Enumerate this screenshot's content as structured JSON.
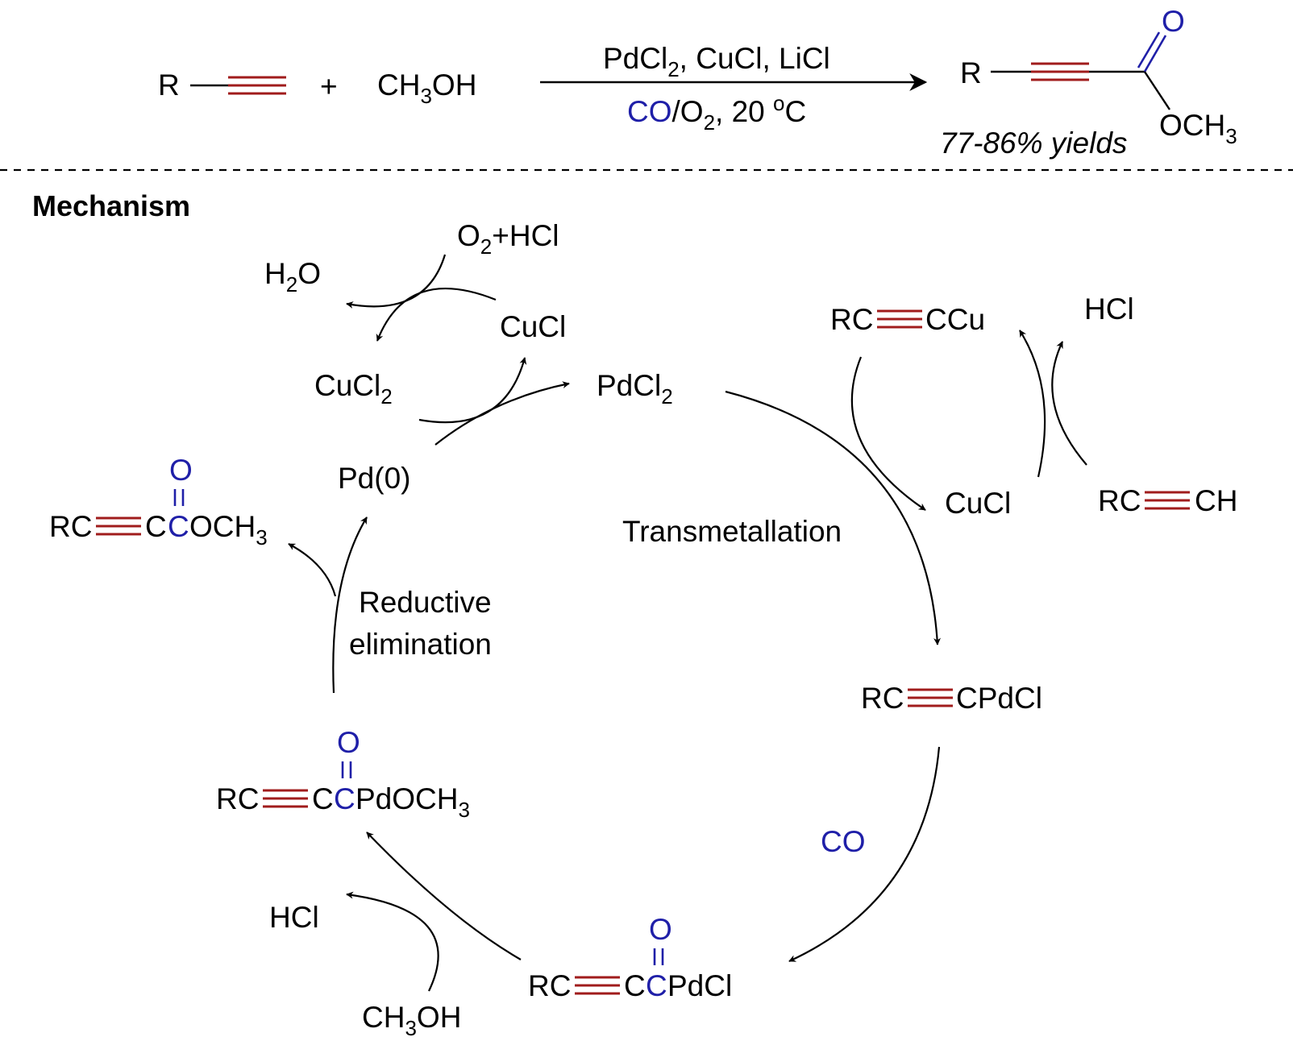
{
  "colors": {
    "text": "#000000",
    "carbonyl": "#1f1fa8",
    "triple_bond": "#a01c1c"
  },
  "top_reaction": {
    "reactant_r": "R",
    "plus": "+",
    "methanol": {
      "a": "CH",
      "sub": "3",
      "b": "OH"
    },
    "conditions_top": {
      "a": "PdCl",
      "sub": "2",
      "b": ", CuCl, LiCl"
    },
    "conditions_bottom": {
      "co": "CO",
      "a": "/O",
      "sub": "2",
      "b": ", 20 ",
      "sup": "o",
      "c": "C"
    },
    "product_r": "R",
    "product_o": "O",
    "product_och3": {
      "a": "OCH",
      "sub": "3"
    },
    "yield": "77-86% yields"
  },
  "mechanism": {
    "heading": "Mechanism",
    "o2_hcl": {
      "a": "O",
      "sub": "2",
      "b": "+HCl"
    },
    "h2o": {
      "a": "H",
      "sub": "2",
      "b": "O"
    },
    "cucl_top": "CuCl",
    "cucl2": {
      "a": "CuCl",
      "sub": "2"
    },
    "pdcl2": {
      "a": "PdCl",
      "sub": "2"
    },
    "pd0": "Pd(0)",
    "rc_ccu": {
      "a": "RC",
      "b": "CCu"
    },
    "hcl_right": "HCl",
    "cucl_right": "CuCl",
    "rc_ch": {
      "a": "RC",
      "b": "CH"
    },
    "transmetallation": "Transmetallation",
    "product_ester": {
      "a": "RC",
      "b": "C",
      "c": "C",
      "d": "OCH",
      "sub": "3",
      "o": "O"
    },
    "reductive_1": "Reductive",
    "reductive_2": "elimination",
    "rc_cpdcl": {
      "a": "RC",
      "b": "CPdCl"
    },
    "co_label": "CO",
    "acyl_pd_och3": {
      "a": "RC",
      "b": "C",
      "c": "C",
      "d": "PdOCH",
      "sub": "3",
      "o": "O"
    },
    "hcl_bottom": "HCl",
    "ch3oh_bottom": {
      "a": "CH",
      "sub": "3",
      "b": "OH"
    },
    "acyl_pd_cl": {
      "a": "RC",
      "b": "C",
      "c": "C",
      "d": "PdCl",
      "o": "O"
    }
  }
}
